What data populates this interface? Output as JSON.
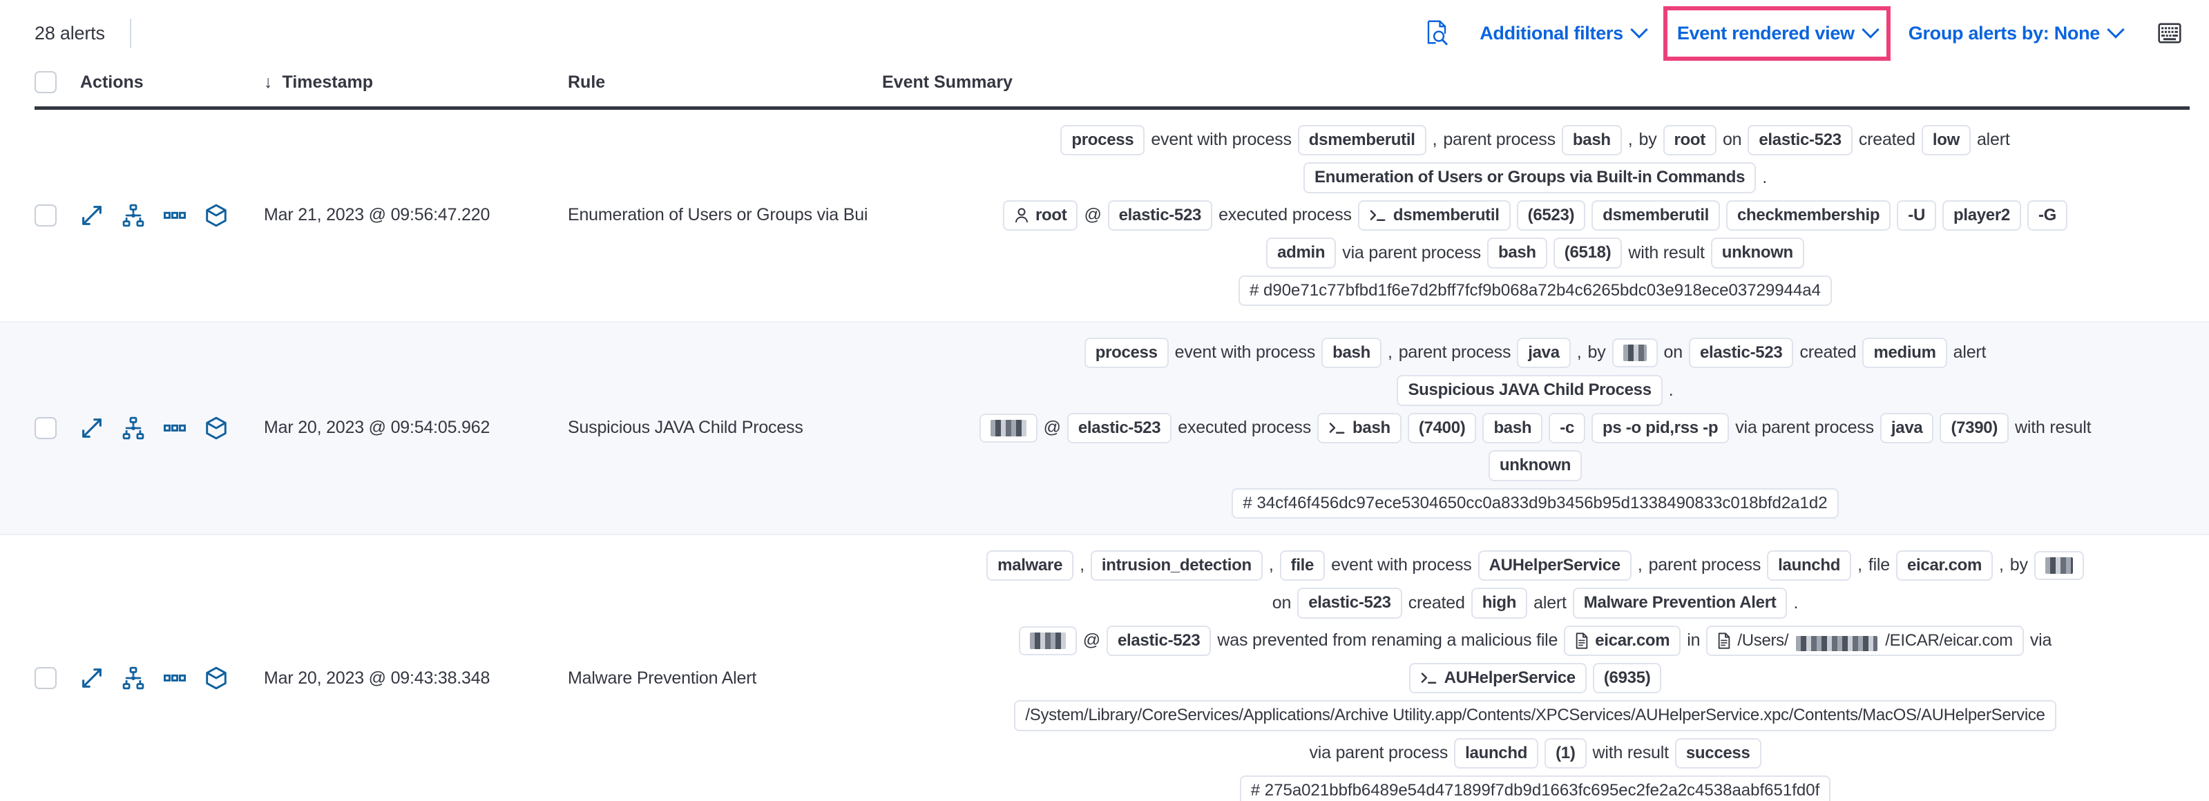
{
  "toolbar": {
    "alerts_count": "28 alerts",
    "search_icon": "document-search-icon",
    "additional_filters": "Additional filters",
    "event_rendered_view": "Event rendered view",
    "group_alerts_by": "Group alerts by: None",
    "keyboard_icon": "keyboard-icon",
    "highlight_color": "#ec407a",
    "link_color": "#0b64dd"
  },
  "columns": {
    "actions": "Actions",
    "timestamp": "Timestamp",
    "rule": "Rule",
    "event_summary": "Event Summary",
    "sort_arrow": "↓"
  },
  "row_actions": [
    {
      "name": "expand-alert-details-icon",
      "label": "Expand"
    },
    {
      "name": "analyze-event-icon",
      "label": "Analyze event"
    },
    {
      "name": "more-actions-icon",
      "label": "More actions"
    },
    {
      "name": "session-view-icon",
      "label": "Session view"
    }
  ],
  "rows": [
    {
      "timestamp": "Mar 21, 2023 @ 09:56:47.220",
      "rule": "Enumeration of Users or Groups via Bui",
      "shaded": false,
      "summary": [
        [
          {
            "t": "badge",
            "v": "process"
          },
          {
            "t": "text",
            "v": "event with process"
          },
          {
            "t": "badge",
            "v": "dsmemberutil"
          },
          {
            "t": "text",
            "v": ","
          },
          {
            "t": "text",
            "v": "parent process"
          },
          {
            "t": "badge",
            "v": "bash"
          },
          {
            "t": "text",
            "v": ","
          },
          {
            "t": "text",
            "v": "by"
          },
          {
            "t": "badge",
            "v": "root"
          },
          {
            "t": "text",
            "v": "on"
          },
          {
            "t": "badge",
            "v": "elastic-523"
          },
          {
            "t": "text",
            "v": "created"
          },
          {
            "t": "badge",
            "v": "low"
          },
          {
            "t": "text",
            "v": "alert"
          }
        ],
        [
          {
            "t": "badge",
            "v": "Enumeration of Users or Groups via Built-in Commands"
          },
          {
            "t": "text",
            "v": "."
          }
        ],
        [
          {
            "t": "badge",
            "v": "root",
            "icon": "user-icon"
          },
          {
            "t": "text",
            "v": "@"
          },
          {
            "t": "badge",
            "v": "elastic-523"
          },
          {
            "t": "text",
            "v": "executed process"
          },
          {
            "t": "badge",
            "v": "dsmemberutil",
            "icon": "terminal-icon"
          },
          {
            "t": "badge",
            "v": "(6523)"
          },
          {
            "t": "badge",
            "v": "dsmemberutil"
          },
          {
            "t": "badge",
            "v": "checkmembership"
          },
          {
            "t": "badge",
            "v": "-U"
          },
          {
            "t": "badge",
            "v": "player2"
          },
          {
            "t": "badge",
            "v": "-G"
          }
        ],
        [
          {
            "t": "badge",
            "v": "admin"
          },
          {
            "t": "text",
            "v": "via parent process"
          },
          {
            "t": "badge",
            "v": "bash"
          },
          {
            "t": "badge",
            "v": "(6518)"
          },
          {
            "t": "text",
            "v": "with result"
          },
          {
            "t": "badge",
            "v": "unknown"
          }
        ],
        [
          {
            "t": "badge",
            "v": "#  d90e71c77bfbd1f6e7d2bff7fcf9b068a72b4c6265bdc03e918ece03729944a4",
            "cls": "hash"
          }
        ]
      ]
    },
    {
      "timestamp": "Mar 20, 2023 @ 09:54:05.962",
      "rule": "Suspicious JAVA Child Process",
      "shaded": true,
      "summary": [
        [
          {
            "t": "badge",
            "v": "process"
          },
          {
            "t": "text",
            "v": "event with process"
          },
          {
            "t": "badge",
            "v": "bash"
          },
          {
            "t": "text",
            "v": ","
          },
          {
            "t": "text",
            "v": "parent process"
          },
          {
            "t": "badge",
            "v": "java"
          },
          {
            "t": "text",
            "v": ","
          },
          {
            "t": "text",
            "v": "by"
          },
          {
            "t": "redacted",
            "w": "w1"
          },
          {
            "t": "text",
            "v": "on"
          },
          {
            "t": "badge",
            "v": "elastic-523"
          },
          {
            "t": "text",
            "v": "created"
          },
          {
            "t": "badge",
            "v": "medium"
          },
          {
            "t": "text",
            "v": "alert"
          }
        ],
        [
          {
            "t": "badge",
            "v": "Suspicious JAVA Child Process"
          },
          {
            "t": "text",
            "v": "."
          }
        ],
        [
          {
            "t": "redacted",
            "w": "w2"
          },
          {
            "t": "text",
            "v": "@"
          },
          {
            "t": "badge",
            "v": "elastic-523"
          },
          {
            "t": "text",
            "v": "executed process"
          },
          {
            "t": "badge",
            "v": "bash",
            "icon": "terminal-icon"
          },
          {
            "t": "badge",
            "v": "(7400)"
          },
          {
            "t": "badge",
            "v": "bash"
          },
          {
            "t": "badge",
            "v": "-c"
          },
          {
            "t": "badge",
            "v": "ps -o pid,rss -p"
          },
          {
            "t": "text",
            "v": "via parent process"
          },
          {
            "t": "badge",
            "v": "java"
          },
          {
            "t": "badge",
            "v": "(7390)"
          },
          {
            "t": "text",
            "v": "with result"
          }
        ],
        [
          {
            "t": "badge",
            "v": "unknown"
          }
        ],
        [
          {
            "t": "badge",
            "v": "#  34cf46f456dc97ece5304650cc0a833d9b3456b95d1338490833c018bfd2a1d2",
            "cls": "hash"
          }
        ]
      ]
    },
    {
      "timestamp": "Mar 20, 2023 @ 09:43:38.348",
      "rule": "Malware Prevention Alert",
      "shaded": false,
      "summary": [
        [
          {
            "t": "badge",
            "v": "malware"
          },
          {
            "t": "text",
            "v": ","
          },
          {
            "t": "badge",
            "v": "intrusion_detection"
          },
          {
            "t": "text",
            "v": ","
          },
          {
            "t": "badge",
            "v": "file"
          },
          {
            "t": "text",
            "v": "event with process"
          },
          {
            "t": "badge",
            "v": "AUHelperService"
          },
          {
            "t": "text",
            "v": ","
          },
          {
            "t": "text",
            "v": "parent process"
          },
          {
            "t": "badge",
            "v": "launchd"
          },
          {
            "t": "text",
            "v": ","
          },
          {
            "t": "text",
            "v": "file"
          },
          {
            "t": "badge",
            "v": "eicar.com"
          },
          {
            "t": "text",
            "v": ","
          },
          {
            "t": "text",
            "v": "by"
          },
          {
            "t": "redacted",
            "w": "w3"
          }
        ],
        [
          {
            "t": "text",
            "v": "on"
          },
          {
            "t": "badge",
            "v": "elastic-523"
          },
          {
            "t": "text",
            "v": "created"
          },
          {
            "t": "badge",
            "v": "high"
          },
          {
            "t": "text",
            "v": "alert"
          },
          {
            "t": "badge",
            "v": "Malware Prevention Alert"
          },
          {
            "t": "text",
            "v": "."
          }
        ],
        [
          {
            "t": "redacted",
            "w": "w2"
          },
          {
            "t": "text",
            "v": "@"
          },
          {
            "t": "badge",
            "v": "elastic-523"
          },
          {
            "t": "text",
            "v": "was prevented from renaming a malicious file"
          },
          {
            "t": "badge",
            "v": "eicar.com",
            "icon": "file-icon"
          },
          {
            "t": "text",
            "v": "in"
          },
          {
            "t": "badge-path",
            "pre": "/Users/",
            "post": "/EICAR/eicar.com",
            "icon": "file-icon"
          },
          {
            "t": "text",
            "v": "via"
          }
        ],
        [
          {
            "t": "badge",
            "v": "AUHelperService",
            "icon": "terminal-icon"
          },
          {
            "t": "badge",
            "v": "(6935)"
          }
        ],
        [
          {
            "t": "badge",
            "v": "/System/Library/CoreServices/Applications/Archive Utility.app/Contents/XPCServices/AUHelperService.xpc/Contents/MacOS/AUHelperService",
            "cls": "path"
          }
        ],
        [
          {
            "t": "text",
            "v": "via parent process"
          },
          {
            "t": "badge",
            "v": "launchd"
          },
          {
            "t": "badge",
            "v": "(1)"
          },
          {
            "t": "text",
            "v": "with result"
          },
          {
            "t": "badge",
            "v": "success"
          }
        ],
        [
          {
            "t": "badge",
            "v": "#  275a021bbfb6489e54d471899f7db9d1663fc695ec2fe2a2c4538aabf651fd0f",
            "cls": "hash"
          }
        ]
      ]
    }
  ]
}
